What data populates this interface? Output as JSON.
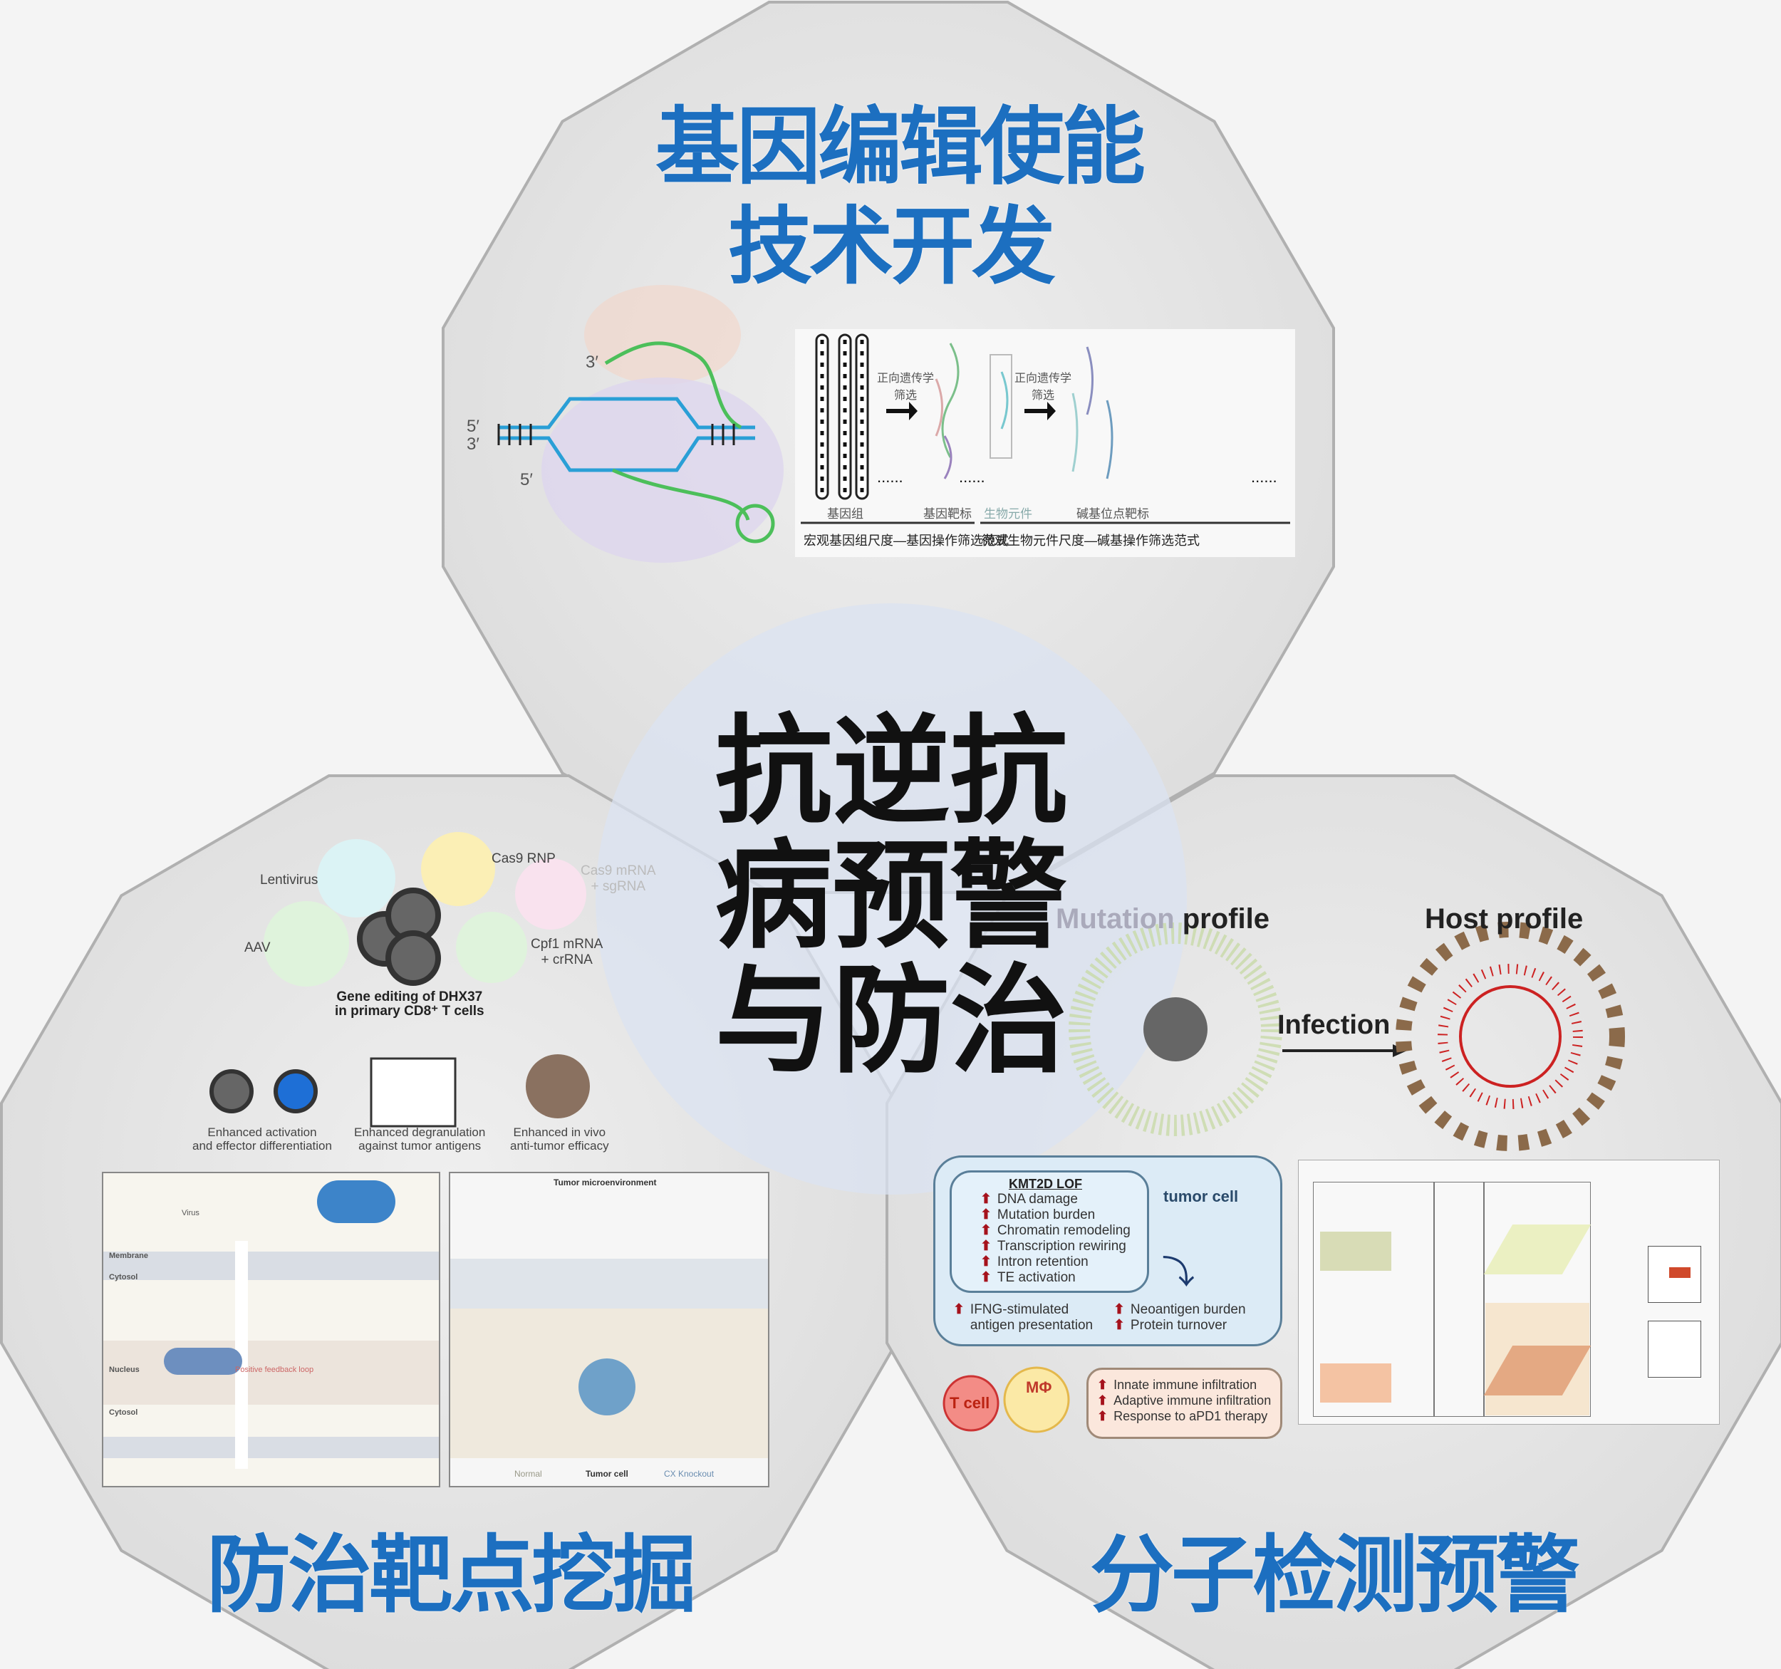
{
  "titles": {
    "top_line1": "基因编辑使能",
    "top_line2": "技术开发",
    "bottom_left": "防治靶点挖掘",
    "bottom_right": "分子检测预警"
  },
  "center": {
    "lines": [
      "抗逆抗",
      "病预警",
      "与防治"
    ]
  },
  "colors": {
    "title_blue": "#1c6fc0",
    "panel": "#e6e6e6",
    "center_circle": "#dbe3f1"
  },
  "top_panel": {
    "crispr_labels": [
      "3′",
      "5′",
      "3′",
      "5′"
    ],
    "forward_screen": "正向遗传学\n筛选",
    "labels": [
      "基因组",
      "基因靶标",
      "生物元件",
      "碱基位点靶标"
    ],
    "caption_left": "宏观基因组尺度—基因操作筛选范式",
    "caption_right": "微观生物元件尺度—碱基操作筛选范式",
    "dots": "......"
  },
  "left_panel": {
    "delivery": [
      "Lentivirus",
      "Cas9 RNP",
      "Cas9 mRNA\n+ sgRNA",
      "AAV",
      "Cpf1 mRNA\n+ crRNA"
    ],
    "center_caption": "Gene editing of DHX37\nin primary CD8⁺ T cells",
    "outcomes": [
      "Enhanced activation\nand effector differentiation",
      "Enhanced degranulation\nagainst tumor antigens",
      "Enhanced in vivo\nanti-tumor efficacy"
    ],
    "fig1_labels": [
      "Virus",
      "Membrane",
      "Cytosol",
      "Nucleus",
      "Cytosol",
      "Positive feedback loop"
    ],
    "fig2_labels": [
      "Tumor microenvironment",
      "Normal",
      "Tumor cell",
      "CX Knockout"
    ]
  },
  "right_panel": {
    "mutation_profile": [
      "Mutation",
      " profile"
    ],
    "host_profile": "Host profile",
    "infection": "Infection",
    "kmt2d_title": "KMT2D LOF",
    "kmt2d_items": [
      "DNA damage",
      "Mutation burden",
      "Chromatin remodeling",
      "Transcription rewiring",
      "Intron retention",
      "TE activation"
    ],
    "tumor_cell": "tumor cell",
    "effects_left": "IFNG-stimulated\nantigen presentation",
    "effects_right": [
      "Neoantigen burden",
      "Protein turnover"
    ],
    "t_cell": "T cell",
    "macrophage": "MΦ",
    "immune_items": [
      "Innate immune infiltration",
      "Adaptive immune infiltration",
      "Response to aPD1 therapy"
    ]
  }
}
